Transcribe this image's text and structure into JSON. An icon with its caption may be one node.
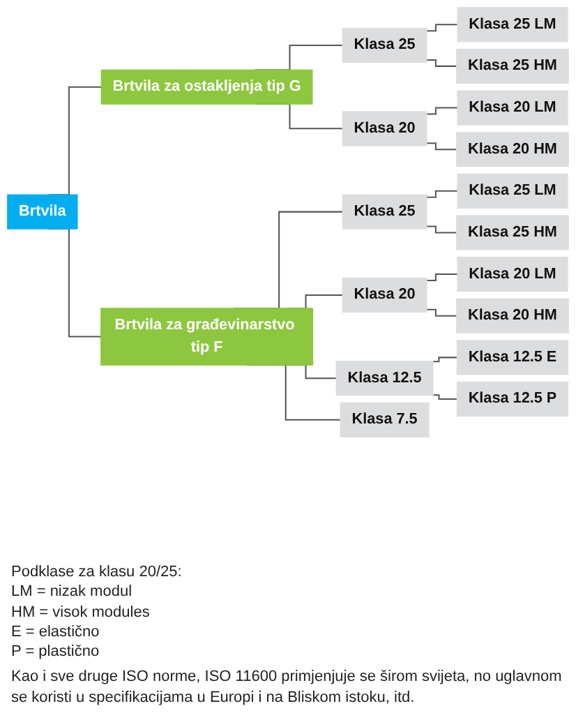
{
  "diagram": {
    "nodes": [
      {
        "text": [
          "Brtvila"
        ]
      },
      {
        "text": [
          "Brtvila za ostakljenja tip G"
        ]
      },
      {
        "text": [
          "Klasa 25"
        ]
      },
      {
        "text": [
          "Klasa 25 LM"
        ]
      },
      {
        "text": [
          "Klasa 25 HM"
        ]
      },
      {
        "text": [
          "Klasa 20"
        ]
      },
      {
        "text": [
          "Klasa 20 LM"
        ]
      },
      {
        "text": [
          "Klasa 20 HM"
        ]
      },
      {
        "text": [
          "Brtvila za građevinarstvo tip F"
        ]
      },
      {
        "text": [
          "Klasa 25"
        ]
      },
      {
        "text": [
          "Klasa 25 LM"
        ]
      },
      {
        "text": [
          "Klasa 25 HM"
        ]
      },
      {
        "text": [
          "Klasa 20"
        ]
      },
      {
        "text": [
          "Klasa 20 LM"
        ]
      },
      {
        "text": [
          "Klasa 20 HM"
        ]
      },
      {
        "text": [
          "Klasa 12.5"
        ]
      },
      {
        "text": [
          "Klasa 12.5 E"
        ]
      },
      {
        "text": [
          "Klasa 12.5 P"
        ]
      },
      {
        "text": [
          "Klasa 7.5"
        ]
      }
    ],
    "edges": [
      {
        "from": 0,
        "to": 1,
        "arrow": "none"
      },
      {
        "from": 1,
        "to": 2,
        "arrow": "none"
      },
      {
        "from": 2,
        "to": 3,
        "arrow": "none"
      },
      {
        "from": 2,
        "to": 4,
        "arrow": "none"
      },
      {
        "from": 1,
        "to": 5,
        "arrow": "none"
      },
      {
        "from": 5,
        "to": 6,
        "arrow": "none"
      },
      {
        "from": 5,
        "to": 7,
        "arrow": "none"
      },
      {
        "from": 0,
        "to": 8,
        "arrow": "none"
      },
      {
        "from": 8,
        "to": 9,
        "arrow": "none"
      },
      {
        "from": 9,
        "to": 10,
        "arrow": "none"
      },
      {
        "from": 9,
        "to": 11,
        "arrow": "none"
      },
      {
        "from": 8,
        "to": 12,
        "arrow": "none"
      },
      {
        "from": 12,
        "to": 13,
        "arrow": "none"
      },
      {
        "from": 12,
        "to": 14,
        "arrow": "none"
      },
      {
        "from": 8,
        "to": 15,
        "arrow": "none"
      },
      {
        "from": 15,
        "to": 16,
        "arrow": "none"
      },
      {
        "from": 15,
        "to": 17,
        "arrow": "none"
      },
      {
        "from": 8,
        "to": 18,
        "arrow": "none"
      }
    ],
    "labels": [
      "Podklase za klasu 20/25:",
      "LM = nizak modul",
      "HM = visok modules",
      "E = elastično",
      "P = plastično",
      "Kao i sve druge ISO norme, ISO 11600 primjenjuje se širom svijeta, no uglavnom se koristi u specifikacijama u Europi i na Bliskom istoku, itd."
    ]
  }
}
